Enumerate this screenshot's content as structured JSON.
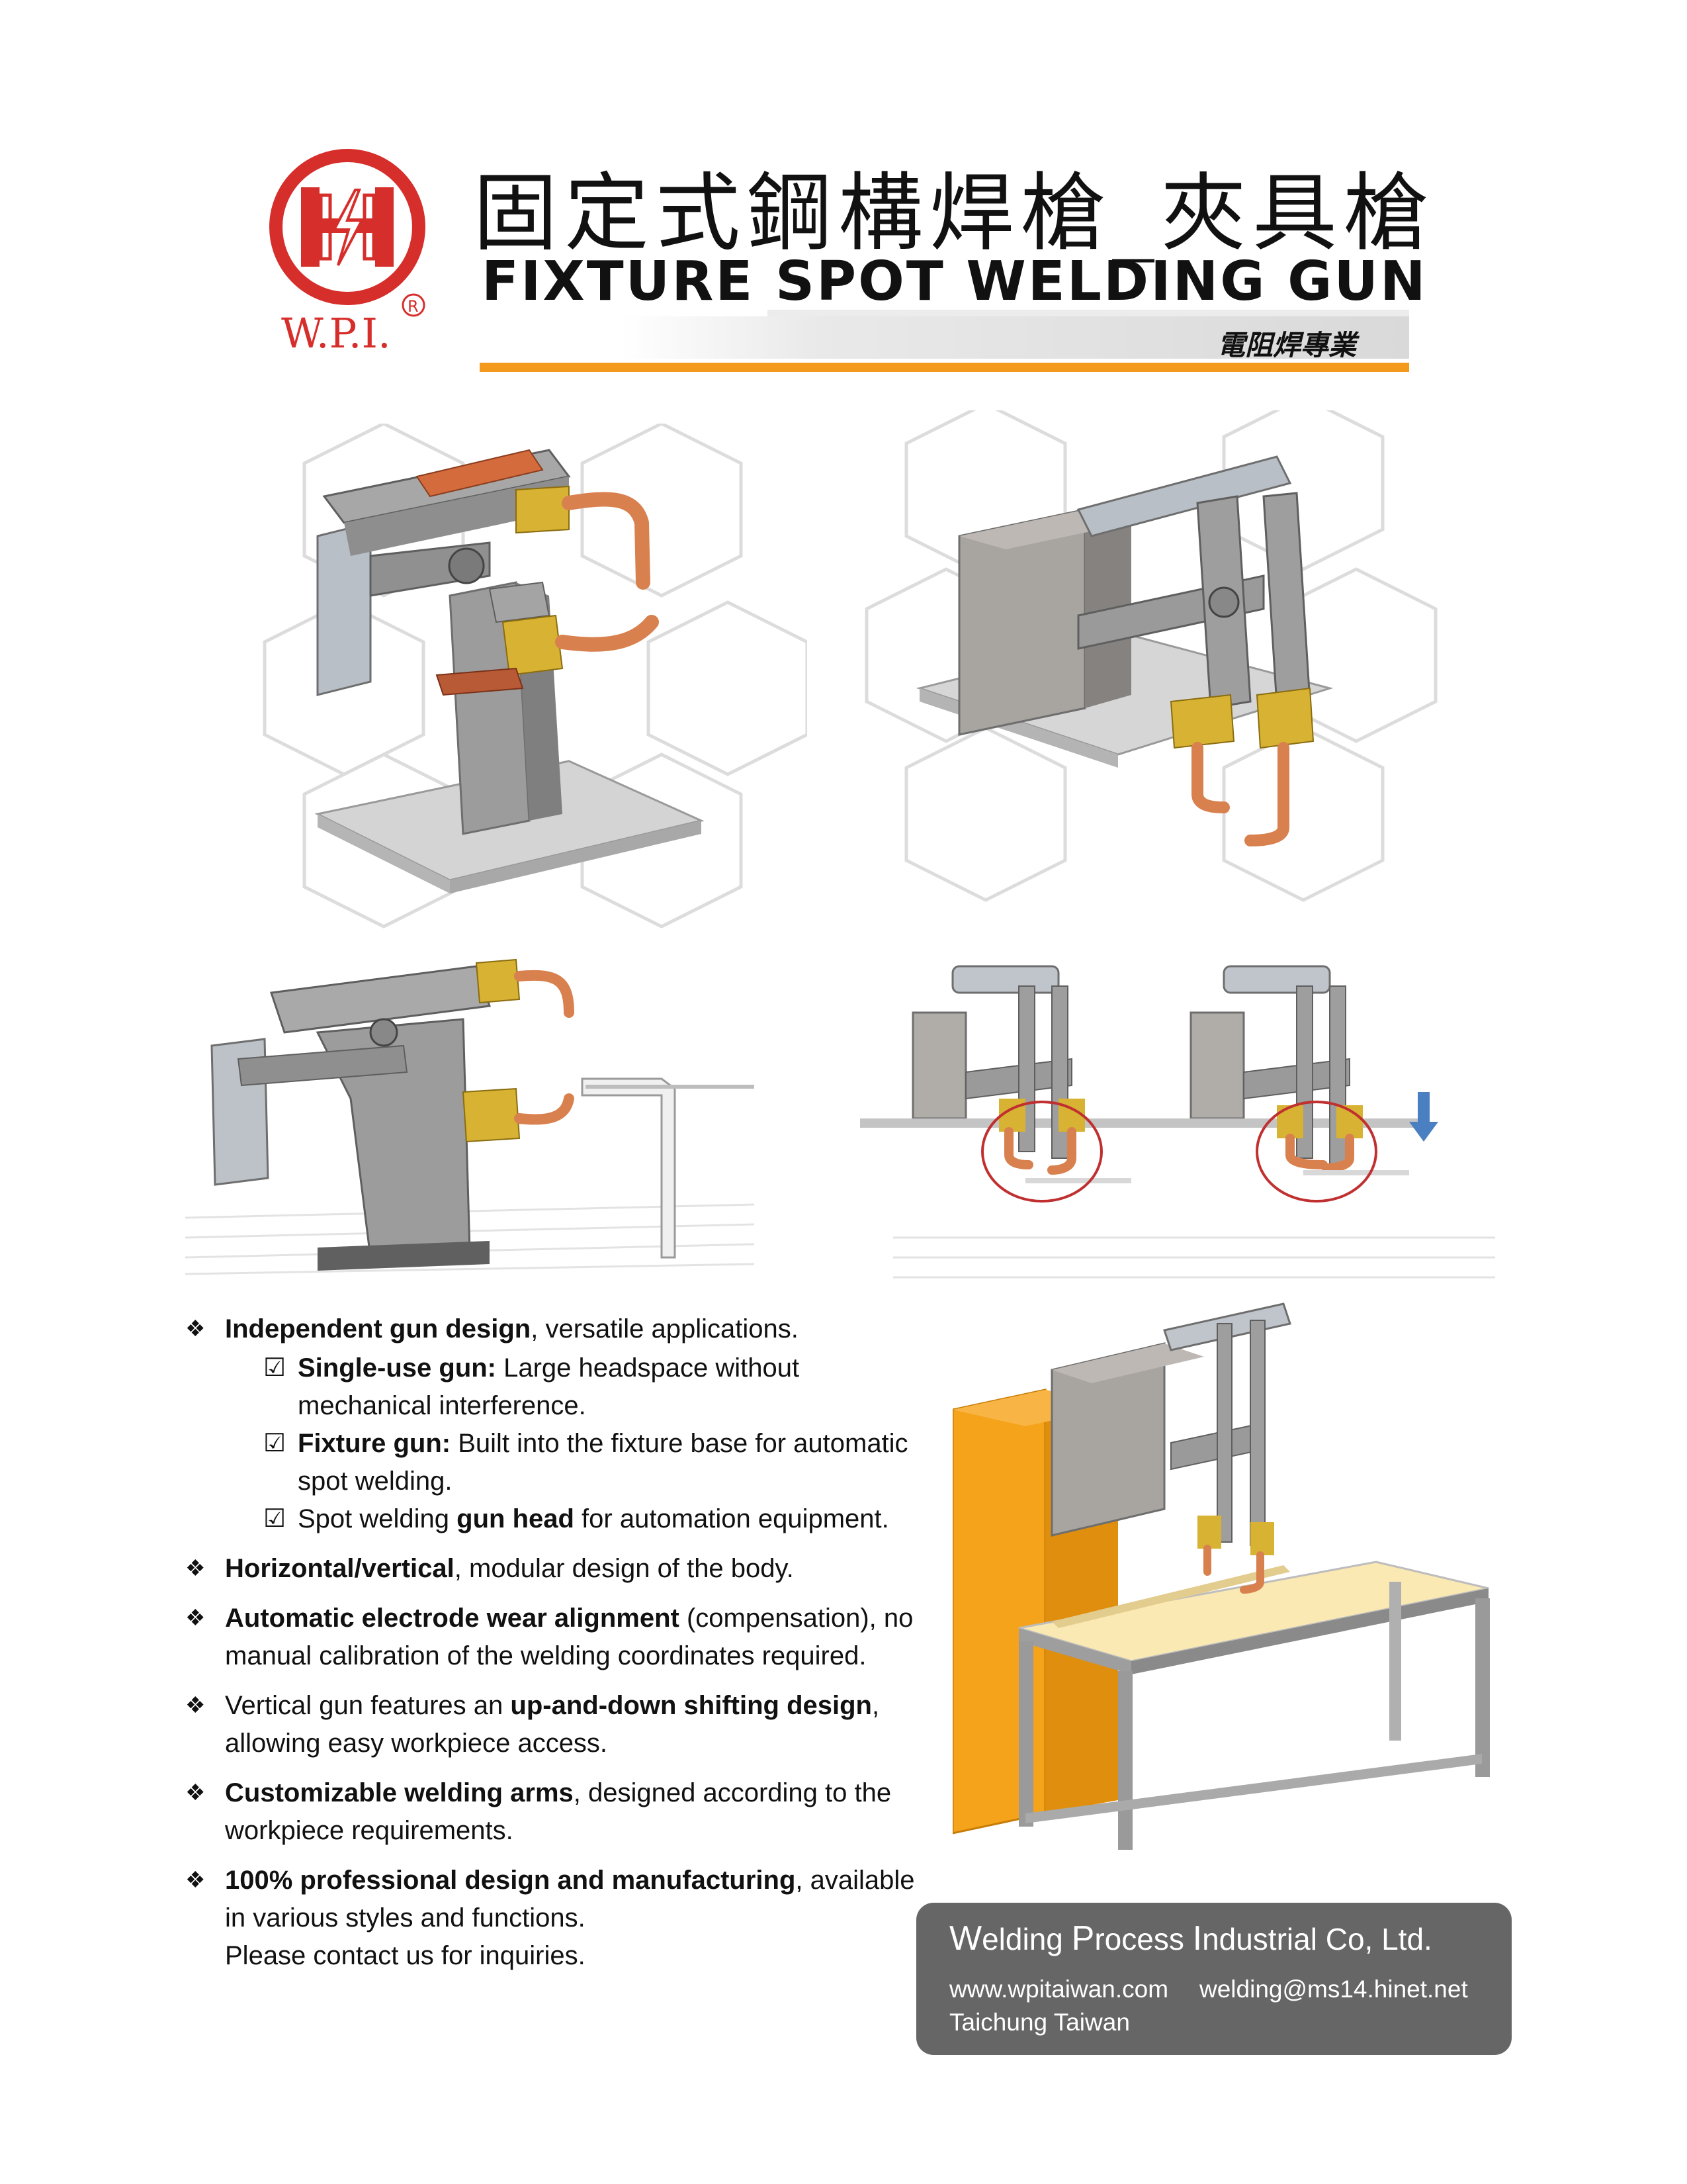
{
  "header": {
    "logo_text": "W.P.I.",
    "registered_mark": "®",
    "title_zh": "固定式鋼構焊槍_夾具槍",
    "title_en": "FIXTURE SPOT WELDING GUN",
    "tagline_zh": "電阻焊專業"
  },
  "colors": {
    "brand_red": "#d62f2b",
    "accent_orange": "#f39a1e",
    "contact_bg": "#666666",
    "copper": "#d9804f",
    "brass": "#d8b232",
    "steel": "#9a9a9a"
  },
  "features": {
    "f1": {
      "bold": "Independent gun design",
      "rest": ", versatile applications.",
      "sub1_bold": "Single-use gun:",
      "sub1_rest": " Large headspace without mechanical interference.",
      "sub2_bold": "Fixture gun:",
      "sub2_rest": " Built into the fixture base for automatic spot welding.",
      "sub3_pre": "Spot welding ",
      "sub3_bold": "gun head",
      "sub3_rest": " for automation equipment."
    },
    "f2": {
      "bold": "Horizontal/vertical",
      "rest": ", modular design of the body."
    },
    "f3": {
      "bold": "Automatic electrode wear alignment",
      "rest": " (compensation), no manual calibration of the welding coordinates required."
    },
    "f4": {
      "pre": "Vertical gun features an ",
      "bold": "up-and-down shifting design",
      "rest": ", allowing easy workpiece access."
    },
    "f5": {
      "bold": "Customizable welding arms",
      "rest": ", designed according to the workpiece requirements."
    },
    "f6": {
      "bold": "100% professional design and manufacturing",
      "rest": ", available in various styles and functions.",
      "line3": "Please contact us for inquiries."
    }
  },
  "contact": {
    "w_cap": "W",
    "w_rest": "elding ",
    "p_cap": "P",
    "p_rest": "rocess ",
    "i_cap": "I",
    "i_rest": "ndustrial ",
    "suffix": "Co, Ltd.",
    "website": "www.wpitaiwan.com",
    "email": "welding@ms14.hinet.net",
    "location": "Taichung Taiwan"
  }
}
